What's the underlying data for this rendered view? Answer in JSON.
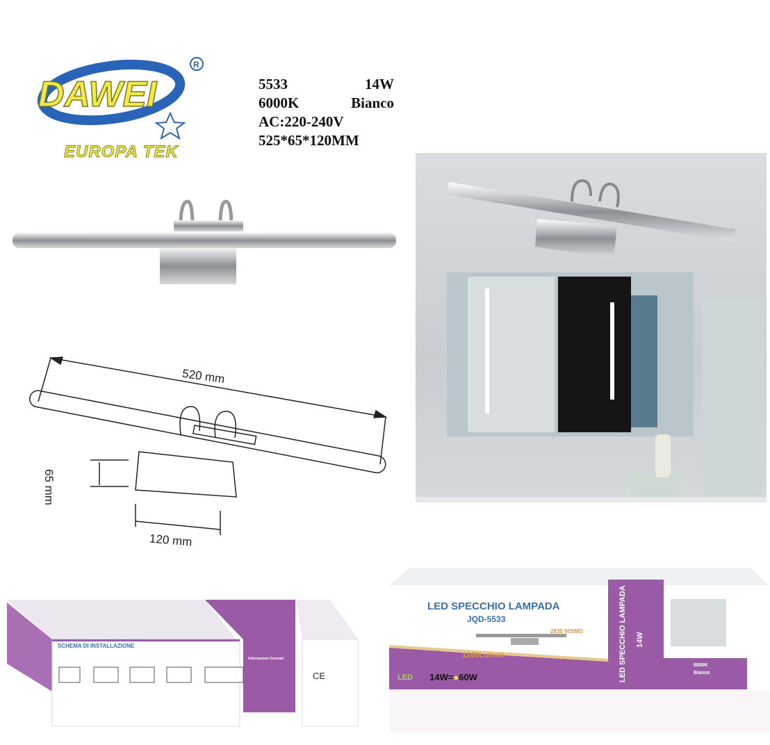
{
  "brand": {
    "logo_text": "DAWEI",
    "registered": "®",
    "subtitle": "EUROPA TEK"
  },
  "specs": {
    "model": "5533",
    "power": "14W",
    "color_temp": "6000K",
    "color_name": "Bianco",
    "voltage": "AC:220-240V",
    "size": "525*65*120MM"
  },
  "dimensions": {
    "length": "520 mm",
    "height": "65 mm",
    "depth": "120 mm"
  },
  "box_front": {
    "title": "LED SPECCHIO LAMPADA",
    "model": "JQD-5533",
    "smd": "2835 90SMD",
    "lumen": "1260Lumen",
    "led_label": "LED",
    "equivalence": "14W=",
    "equivalence_to": "60W",
    "side_title": "LED SPECCHIO LAMPADA",
    "side_power": "14W",
    "side_temp": "6000K",
    "side_color": "Bianco"
  },
  "box_back": {
    "install_title": "SCHEMA DI INSTALLAZIONE",
    "info_title": "Informazioni Generali",
    "ce_mark": "CE"
  },
  "colors": {
    "purple": "#9b5aa6",
    "logo_blue": "#2a64b8",
    "logo_yellow": "#f1e94a",
    "chrome": "#a9adb1"
  }
}
